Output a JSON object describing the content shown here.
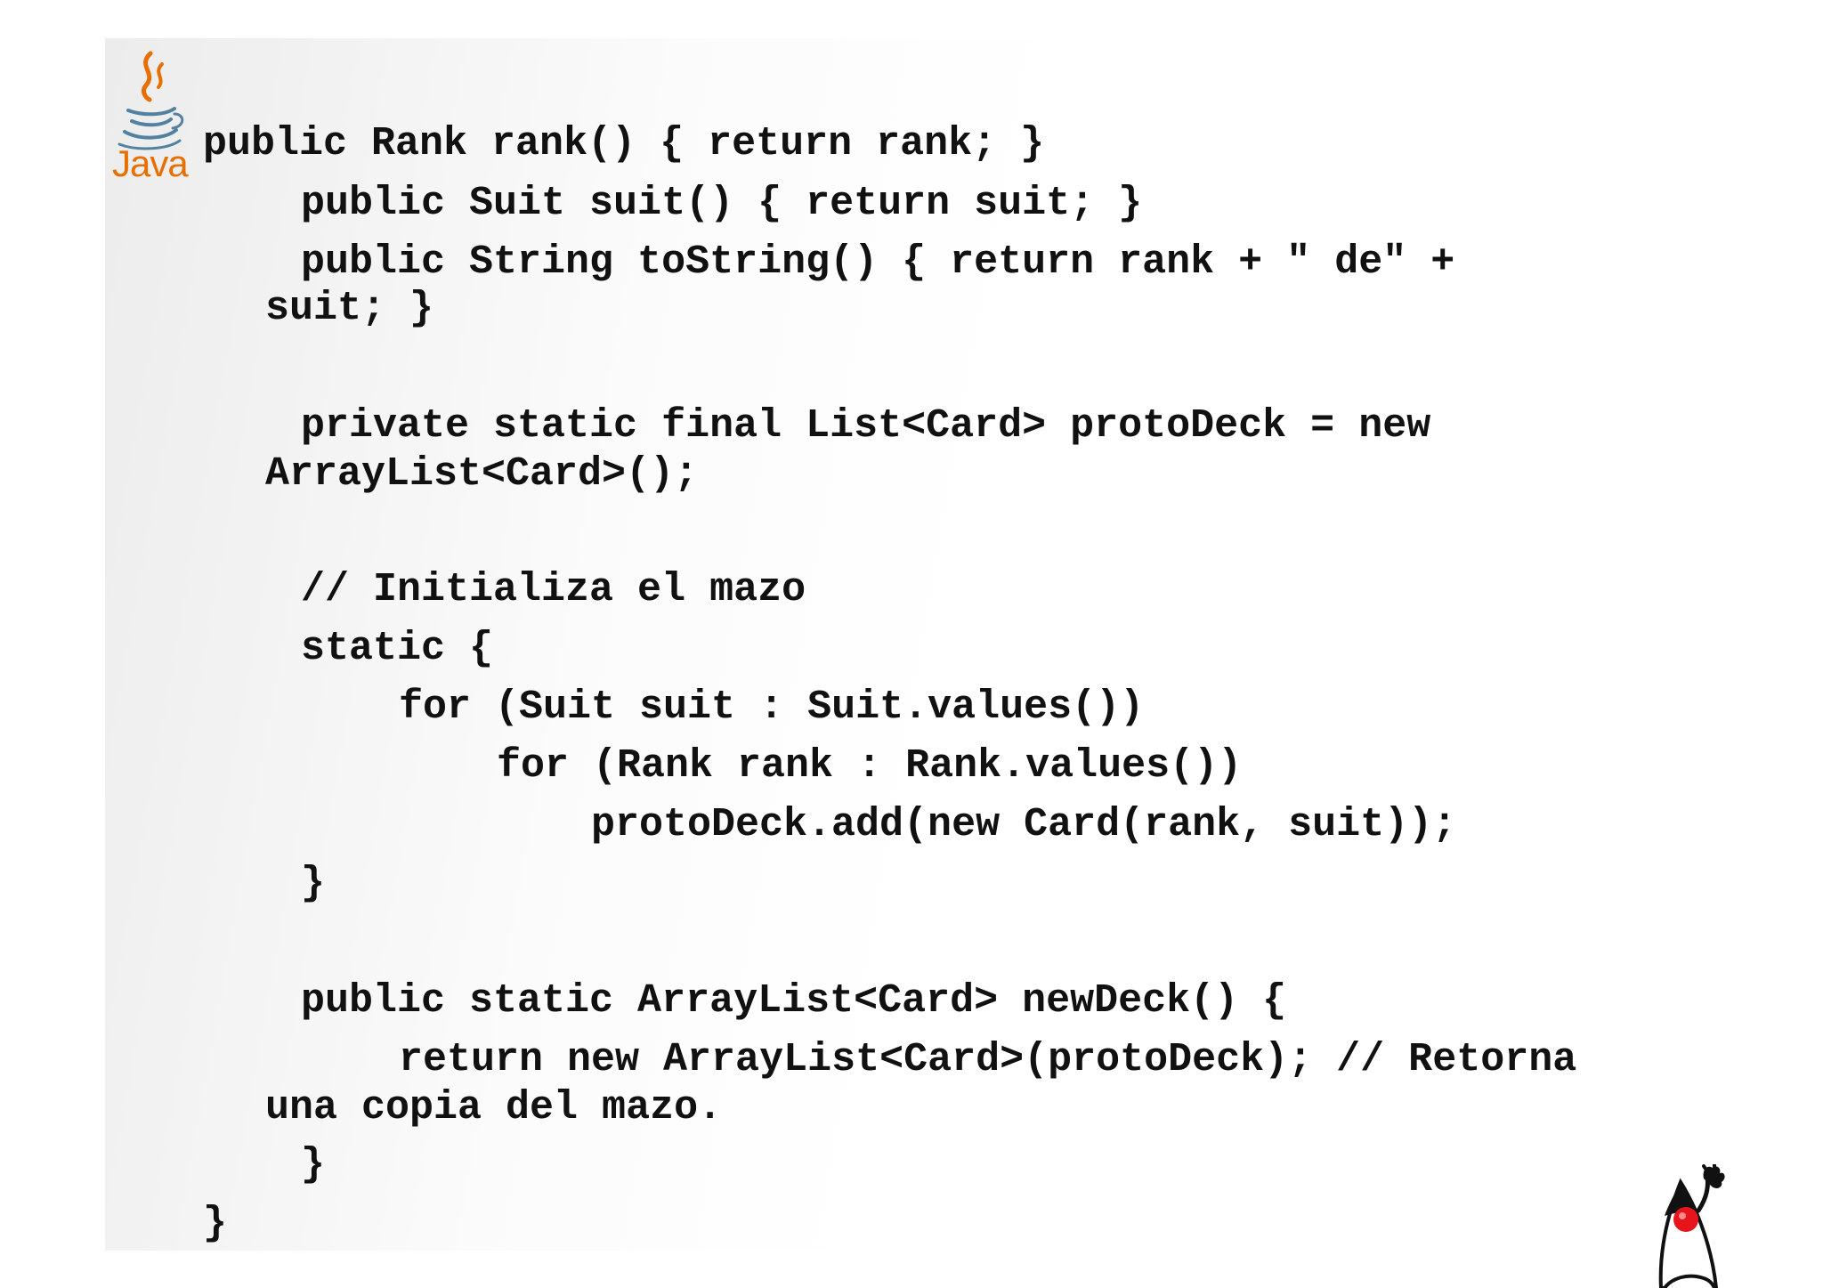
{
  "logo": {
    "text": "Java",
    "icon": "java-cup-icon",
    "brand_color": "#e76f00",
    "steam_color": "#e76f00",
    "cup_color": "#5382a1"
  },
  "code": {
    "lines": [
      "public Rank rank() { return rank; }",
      "public Suit suit() { return suit; }",
      "public String toString() { return rank + \" de\" +",
      "suit; }",
      "private static final List<Card> protoDeck = new",
      "ArrayList<Card>();",
      "// Initializa el mazo",
      "static {",
      "for (Suit suit : Suit.values())",
      "for (Rank rank : Rank.values())",
      "protoDeck.add(new Card(rank, suit));",
      "}",
      "public static ArrayList<Card> newDeck() {",
      "return new ArrayList<Card>(protoDeck); // Retorna",
      "una copia del mazo.",
      "}",
      "}"
    ]
  },
  "mascot": {
    "icon": "duke-mascot-icon",
    "nose_color": "#e8141c"
  }
}
